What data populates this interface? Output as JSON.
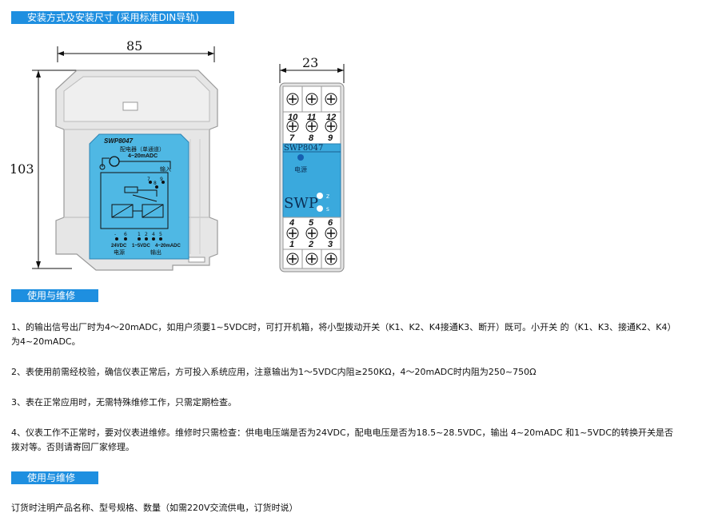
{
  "sections": {
    "install_title": "安装方式及安装尺寸 (采用标准DIN导轨)",
    "maintenance_title": "使用与维修",
    "order_title": "使用与维修"
  },
  "drawing_left": {
    "width_dim": "85",
    "height_dim": "103",
    "model": "SWP8047",
    "desc1": "配电器（单通道）",
    "desc2": "4~20mADC",
    "input_label": "输入",
    "power_label": "电源",
    "output_label": "输出",
    "v24": "24VDC",
    "v15": "1~5VDC",
    "ma": "4~20mADC",
    "terminals_top": [
      "7",
      "8",
      "9"
    ],
    "terminals_bottom": [
      "-",
      "6",
      "1",
      "2",
      "4",
      "5"
    ]
  },
  "drawing_right": {
    "width_dim": "23",
    "top_numbers": [
      "10",
      "11",
      "12"
    ],
    "mid_numbers": [
      "7",
      "8",
      "9"
    ],
    "model": "SWP8047",
    "power_label": "电源",
    "brand": "SWP",
    "led1": "Z",
    "led2": "S",
    "lower_numbers_top": [
      "4",
      "5",
      "6"
    ],
    "lower_numbers_bottom": [
      "1",
      "2",
      "3"
    ]
  },
  "paragraphs": {
    "p1_line1": "1、的输出信号出厂时为4～20mADC，如用户须要1~5VDC时，可打开机箱，将小型拨动开关（K1、K2、K4接通K3、断开）既可。小开关  的（K1、K3、接通K2、K4）",
    "p1_line2": "为4~20mADC。",
    "p2": "2、表使用前需经校验，确信仪表正常后，方可投入系统应用，注意输出为1～5VDC内阻≥250KΩ，4～20mADC时内阻为250~750Ω",
    "p3": "3、表在正常应用时，无需特殊维修工作，只需定期检查。",
    "p4_line1": "4、仪表工作不正常时，要对仪表进维修。维修时只需检查：供电电压端是否为24VDC，配电电压是否为18.5~28.5VDC，输出  4~20mADC 和1~5VDC的转换开关是否",
    "p4_line2": "拨对等。否则请寄回厂家修理。",
    "order": "订货时注明产品名称、型号规格、数量（如需220V交流供电，订货时说）"
  }
}
